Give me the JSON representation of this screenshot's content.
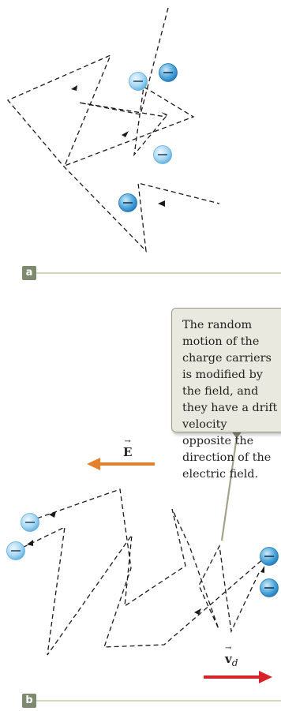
{
  "panel_a": {
    "label": "a"
  },
  "panel_b": {
    "label": "b",
    "callout_text": "The random motion of the charge carriers is modified by the field, and they have a drift velocity opposite the direction of the electric field.",
    "field_vector": {
      "symbol": "E",
      "arrow_mark": "→",
      "color": "#e47f2a"
    },
    "drift_vector": {
      "symbol": "v",
      "subscript": "d",
      "arrow_mark": "→",
      "color": "#d7222a"
    }
  },
  "colors": {
    "panel_line": "#c7c9a6",
    "electron_fill": "#bfe2f4",
    "electron_edge": "#4fa3d1",
    "path": "#1a1a1a"
  },
  "icons": {
    "electron": "minus-sign-circle-icon"
  }
}
